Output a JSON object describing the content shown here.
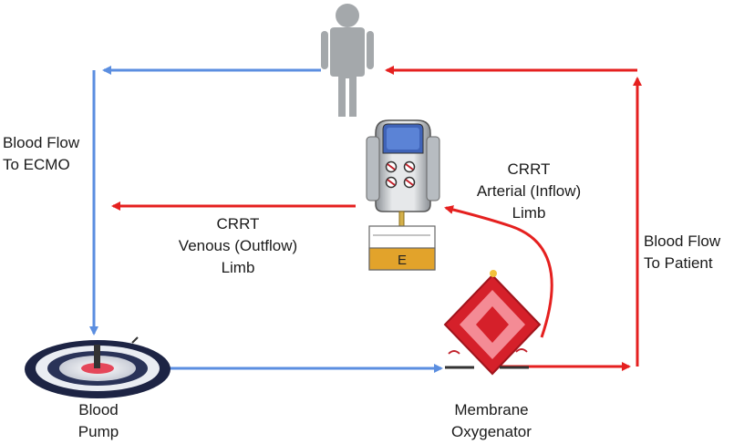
{
  "labels": {
    "blood_flow_to_ecmo": [
      "Blood Flow",
      "To ECMO"
    ],
    "crrt_venous": [
      "CRRT",
      "Venous (Outflow)",
      "Limb"
    ],
    "crrt_arterial": [
      "CRRT",
      "Arterial (Inflow)",
      "Limb"
    ],
    "blood_flow_to_patient": [
      "Blood Flow",
      "To Patient"
    ],
    "blood_pump": [
      "Blood",
      "Pump"
    ],
    "membrane_oxygenator": [
      "Membrane",
      "Oxygenator"
    ],
    "crrt_device_letter": "E"
  },
  "colors": {
    "venous_flow": "#5b8ee0",
    "arterial_flow": "#e5201f",
    "patient": "#a4a8ab",
    "crrt_panel": "#e2a32b",
    "pump_dark": "#1d2444",
    "oxygenator": "#d5202a"
  }
}
